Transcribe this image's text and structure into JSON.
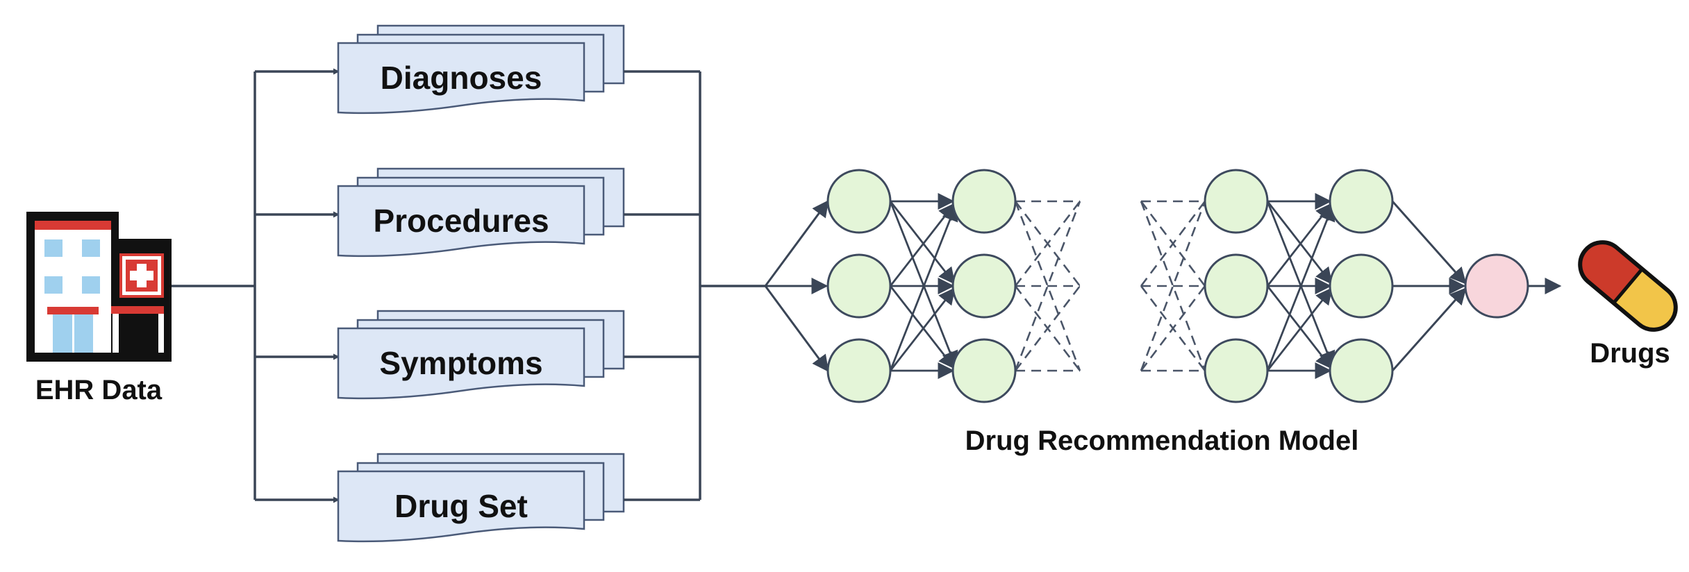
{
  "source": {
    "label": "EHR Data",
    "icon": "hospital-icon"
  },
  "inputs": [
    {
      "label": "Diagnoses"
    },
    {
      "label": "Procedures"
    },
    {
      "label": "Symptoms"
    },
    {
      "label": "Drug Set"
    }
  ],
  "model": {
    "label": "Drug Recommendation Model",
    "icon": "neural-network-icon"
  },
  "output": {
    "label": "Drugs",
    "icon": "pill-capsule-icon"
  },
  "colors": {
    "line": "#3a4556",
    "doc_fill": "#dde7f6",
    "doc_stroke": "#4a5a78",
    "node_fill": "#e4f5d8",
    "output_node_fill": "#f8d6dc",
    "pill_red": "#cc3a2a",
    "pill_yellow": "#f2c549",
    "hospital_red": "#d83a34",
    "hospital_blue": "#9fd0ee"
  }
}
